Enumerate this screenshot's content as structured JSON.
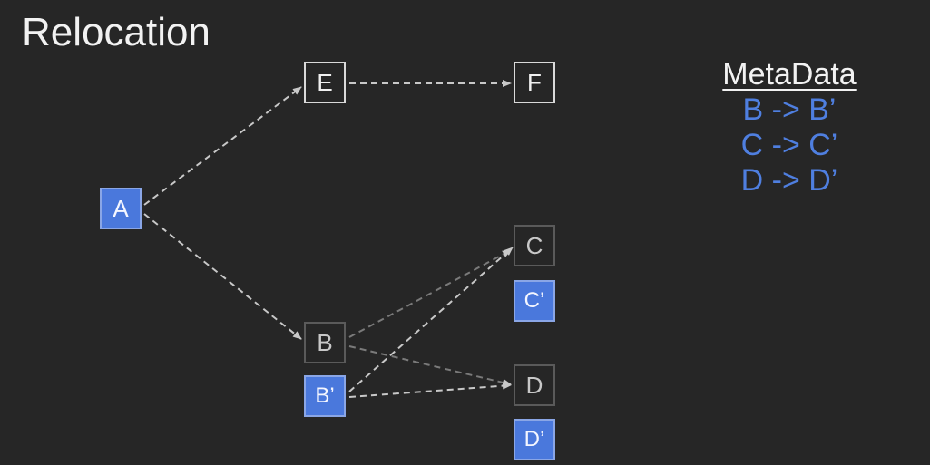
{
  "slide": {
    "title": "Relocation"
  },
  "diagram": {
    "nodes": {
      "a": "A",
      "e": "E",
      "f": "F",
      "b": "B",
      "b_prime": "B’",
      "c": "C",
      "c_prime": "C’",
      "d": "D",
      "d_prime": "D’"
    },
    "edges": [
      {
        "from": "A",
        "to": "E"
      },
      {
        "from": "A",
        "to": "B"
      },
      {
        "from": "E",
        "to": "F"
      },
      {
        "from": "B",
        "to": "C"
      },
      {
        "from": "B",
        "to": "D"
      },
      {
        "from": "B’",
        "to": "C"
      },
      {
        "from": "B’",
        "to": "D"
      }
    ]
  },
  "metadata": {
    "title": "MetaData",
    "entries": [
      "B -> B’",
      "C -> C’",
      "D -> D’"
    ]
  },
  "colors": {
    "background": "#262626",
    "relocated_node": "#4a78dc",
    "metadata_text": "#4f7fe0",
    "edge": "#c8c8c8"
  }
}
